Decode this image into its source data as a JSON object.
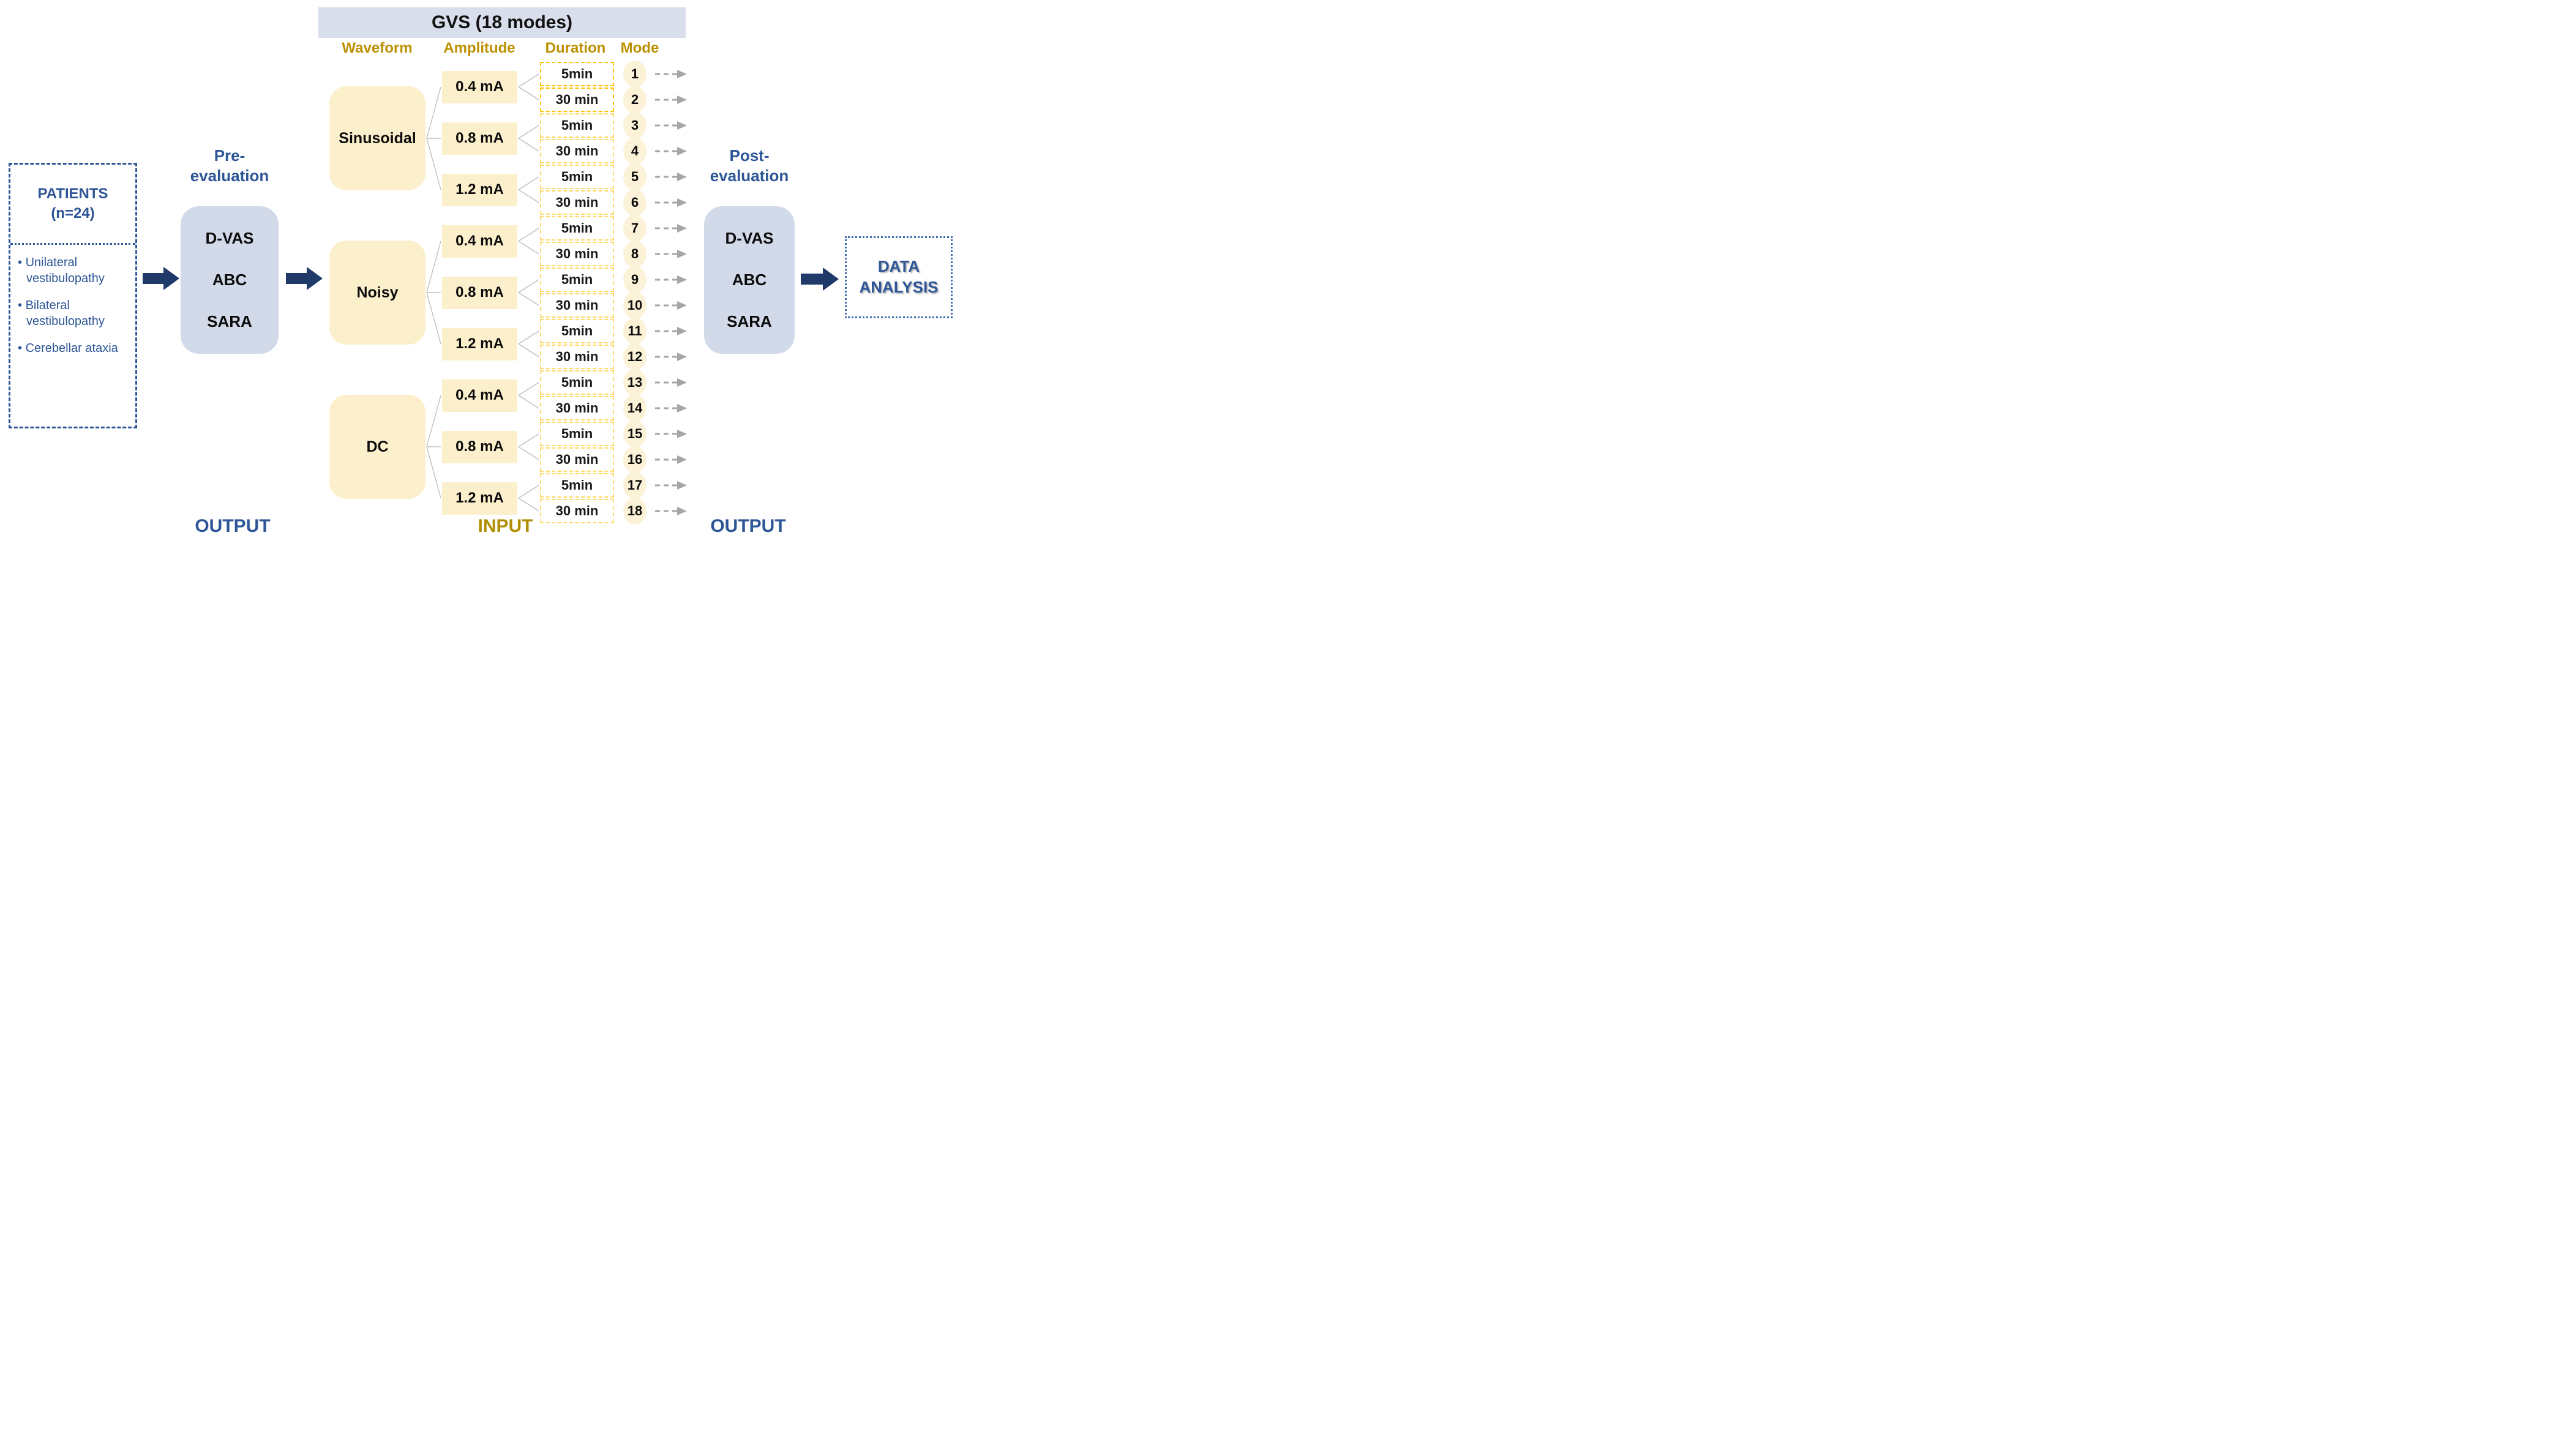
{
  "figure": {
    "title": "GVS (18 modes)"
  },
  "columns": {
    "waveform": "Waveform",
    "amplitude": "Amplitude",
    "duration": "Duration",
    "mode": "Mode"
  },
  "patients": {
    "title": "PATIENTS",
    "subtitle": "(n=24)",
    "bullets": [
      "Unilateral vestibulopathy",
      "Bilateral vestibulopathy",
      "Cerebellar ataxia"
    ]
  },
  "pre_evaluation": {
    "heading": [
      "Pre-",
      "evaluation"
    ],
    "items": [
      "D-VAS",
      "ABC",
      "SARA"
    ]
  },
  "post_evaluation": {
    "heading": [
      "Post-",
      "evaluation"
    ],
    "items": [
      "D-VAS",
      "ABC",
      "SARA"
    ]
  },
  "data_analysis": {
    "lines": [
      "DATA",
      "ANALYSIS"
    ]
  },
  "footer_labels": {
    "output_left": "OUTPUT",
    "input": "INPUT",
    "output_right": "OUTPUT"
  },
  "gvs": {
    "waveforms": [
      {
        "name": "Sinusoidal",
        "amplitudes": [
          {
            "label": "0.4 mA",
            "durations": [
              {
                "label": "5min",
                "mode": 1,
                "emphasis": true
              },
              {
                "label": "30 min",
                "mode": 2,
                "emphasis": true
              }
            ]
          },
          {
            "label": "0.8 mA",
            "durations": [
              {
                "label": "5min",
                "mode": 3
              },
              {
                "label": "30 min",
                "mode": 4
              }
            ]
          },
          {
            "label": "1.2 mA",
            "durations": [
              {
                "label": "5min",
                "mode": 5
              },
              {
                "label": "30 min",
                "mode": 6
              }
            ]
          }
        ]
      },
      {
        "name": "Noisy",
        "amplitudes": [
          {
            "label": "0.4 mA",
            "durations": [
              {
                "label": "5min",
                "mode": 7
              },
              {
                "label": "30 min",
                "mode": 8
              }
            ]
          },
          {
            "label": "0.8 mA",
            "durations": [
              {
                "label": "5min",
                "mode": 9
              },
              {
                "label": "30 min",
                "mode": 10
              }
            ]
          },
          {
            "label": "1.2 mA",
            "durations": [
              {
                "label": "5min",
                "mode": 11
              },
              {
                "label": "30 min",
                "mode": 12
              }
            ]
          }
        ]
      },
      {
        "name": "DC",
        "amplitudes": [
          {
            "label": "0.4 mA",
            "durations": [
              {
                "label": "5min",
                "mode": 13
              },
              {
                "label": "30 min",
                "mode": 14
              }
            ]
          },
          {
            "label": "0.8 mA",
            "durations": [
              {
                "label": "5min",
                "mode": 15
              },
              {
                "label": "30 min",
                "mode": 16
              }
            ]
          },
          {
            "label": "1.2 mA",
            "durations": [
              {
                "label": "5min",
                "mode": 17
              },
              {
                "label": "30 min",
                "mode": 18
              }
            ]
          }
        ]
      }
    ]
  },
  "colors": {
    "navy": "#1F3A68",
    "blue": "#2E5697",
    "gold": "#BD9000",
    "gold_dark": "#B08E00",
    "cream": "#FCEFCB",
    "cream_light": "#FCF2D8",
    "panel": "#D2D9E8",
    "title_bar": "#D9DEEC",
    "duration_border": "#FFD966",
    "duration_border_strong": "#FFC000",
    "connector": "#C0C0C0",
    "dashed_arrow": "#A6A6A6"
  }
}
